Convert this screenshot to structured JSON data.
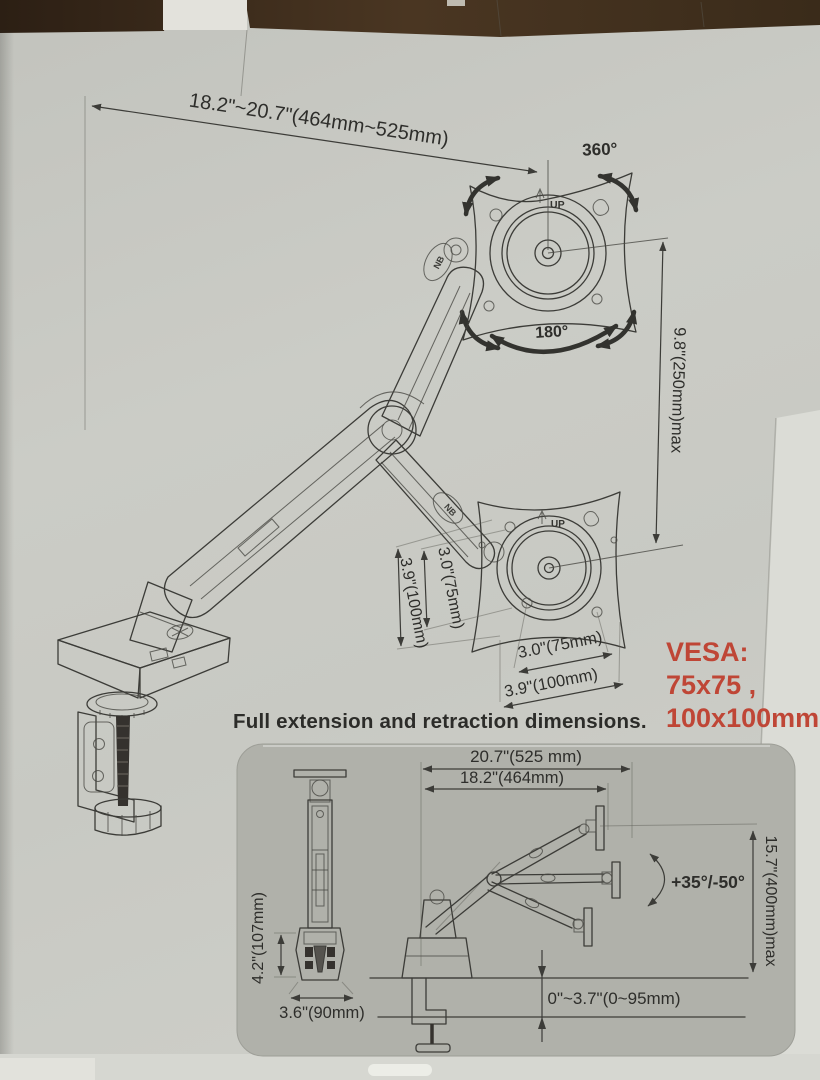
{
  "main_diagram": {
    "extension_range": "18.2\"~20.7\"(464mm~525mm)",
    "swivel_label": "360°",
    "rotate_label": "180°",
    "up_label_top": "UP",
    "up_label_bottom": "UP",
    "height_max": "9.8\"(250mm)max",
    "vesa_vertical_small": "3.0\"(75mm)",
    "vesa_vertical_large": "3.9\"(100mm)",
    "vesa_horizontal_small": "3.0\"(75mm)",
    "vesa_horizontal_large": "3.9\"(100mm)",
    "arm_logo": "NB",
    "vesa_note": {
      "line1": "VESA:",
      "line2": "75x75 ,",
      "line3": "100x100mm"
    }
  },
  "section_heading": "Full extension and retraction dimensions.",
  "inset_diagram": {
    "full_extension": "20.7\"(525 mm)",
    "retraction": "18.2\"(464mm)",
    "tilt_range": "+35°/-50°",
    "height_adjust_max": "15.7\"(400mm)max",
    "base_height": "4.2\"(107mm)",
    "base_width": "3.6\"(90mm)",
    "desk_thickness_range": "0\"~3.7\"(0~95mm)"
  },
  "colors": {
    "accent_red": "#bf4636",
    "line": "#3c3c38",
    "panel_gray": "#b0b1aa",
    "box_gray": "#c9cac4",
    "top_band_brown": "#3a2a1b"
  }
}
